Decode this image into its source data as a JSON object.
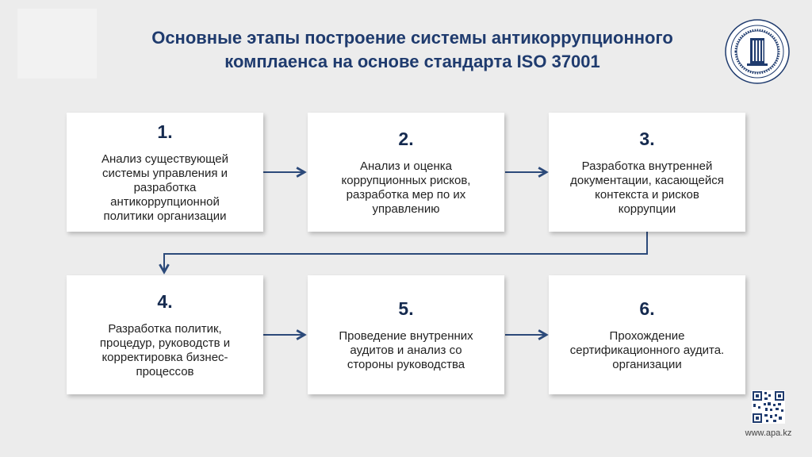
{
  "header": {
    "title_line1": "Основные этапы построение системы антикоррупционного",
    "title_line2": "комплаенса на основе стандарта ISO 37001"
  },
  "steps": [
    {
      "number": "1.",
      "text": "Анализ существующей системы управления и разработка антикоррупционной политики организации"
    },
    {
      "number": "2.",
      "text": "Анализ и оценка коррупционных рисков, разработка мер по их управлению"
    },
    {
      "number": "3.",
      "text": "Разработка внутренней документации, касающейся контекста и рисков коррупции"
    },
    {
      "number": "4.",
      "text": "Разработка политик, процедур, руководств и корректировка бизнес-процессов"
    },
    {
      "number": "5.",
      "text": "Проведение внутренних аудитов и анализ со стороны руководства"
    },
    {
      "number": "6.",
      "text": "Прохождение сертификационного аудита. организации"
    }
  ],
  "footer": {
    "website": "www.apa.kz"
  },
  "colors": {
    "title": "#1f3b6e",
    "arrow": "#2c4a7a",
    "background": "#ececec",
    "card": "#ffffff"
  },
  "icons": {
    "seal": "academy-seal-icon",
    "qr": "qr-code-icon"
  }
}
